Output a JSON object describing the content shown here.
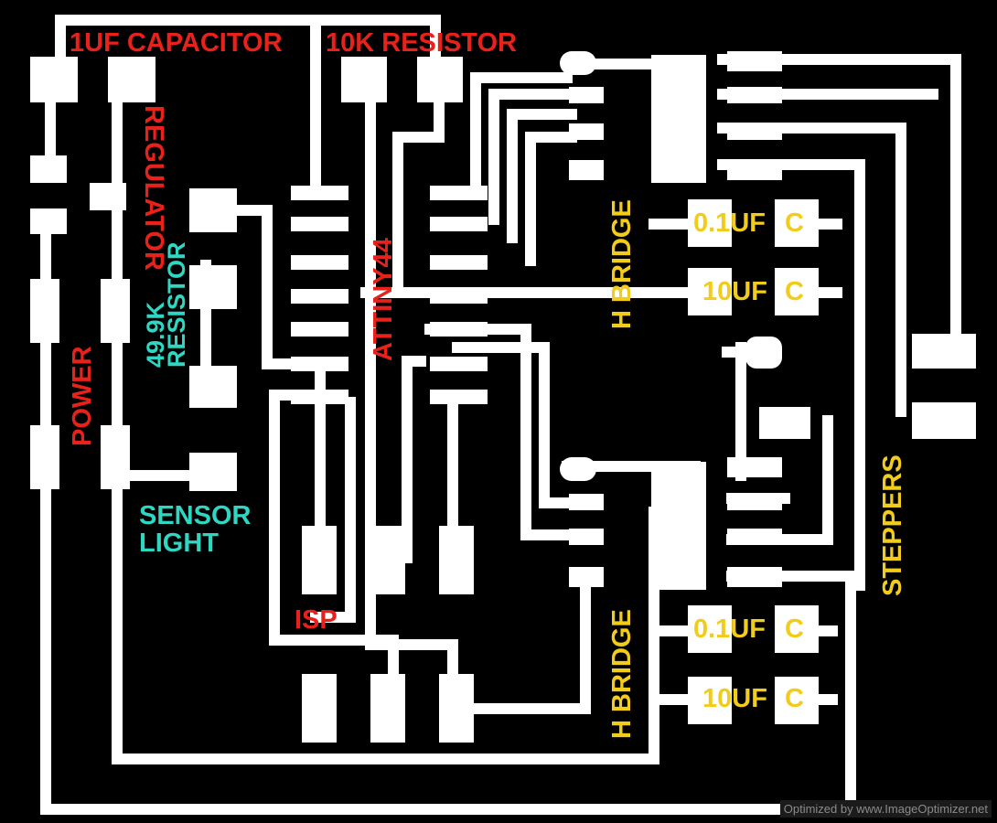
{
  "labels": {
    "cap_1uf": "1UF CAPACITOR",
    "res_10k": "10K RESISTOR",
    "regulator": "REGULATOR",
    "res_499k_line1": "49.9K",
    "res_499k_line2": "RESISTOR",
    "attiny": "ATTINY44",
    "power": "POWER",
    "sensor_line1": "SENSOR",
    "sensor_line2": "LIGHT",
    "isp": "ISP",
    "hbridge_top": "H BRIDGE",
    "hbridge_bottom": "H BRIDGE",
    "cap_01uf_top": "0.1UF",
    "cap_c_top": "C",
    "cap_10uf_top": "10UF",
    "cap_c2_top": "C",
    "cap_01uf_bottom": "0.1UF",
    "cap_c_bottom": "C",
    "cap_10uf_bottom": "10UF",
    "cap_c2_bottom": "C",
    "steppers": "STEPPERS",
    "watermark": "Optimized by www.ImageOptimizer.net"
  },
  "colors": {
    "background": "#000000",
    "copper": "#ffffff",
    "component_label": "#e8211b",
    "passive_label": "#2fd6c2",
    "motor_label": "#f2cc1a"
  }
}
